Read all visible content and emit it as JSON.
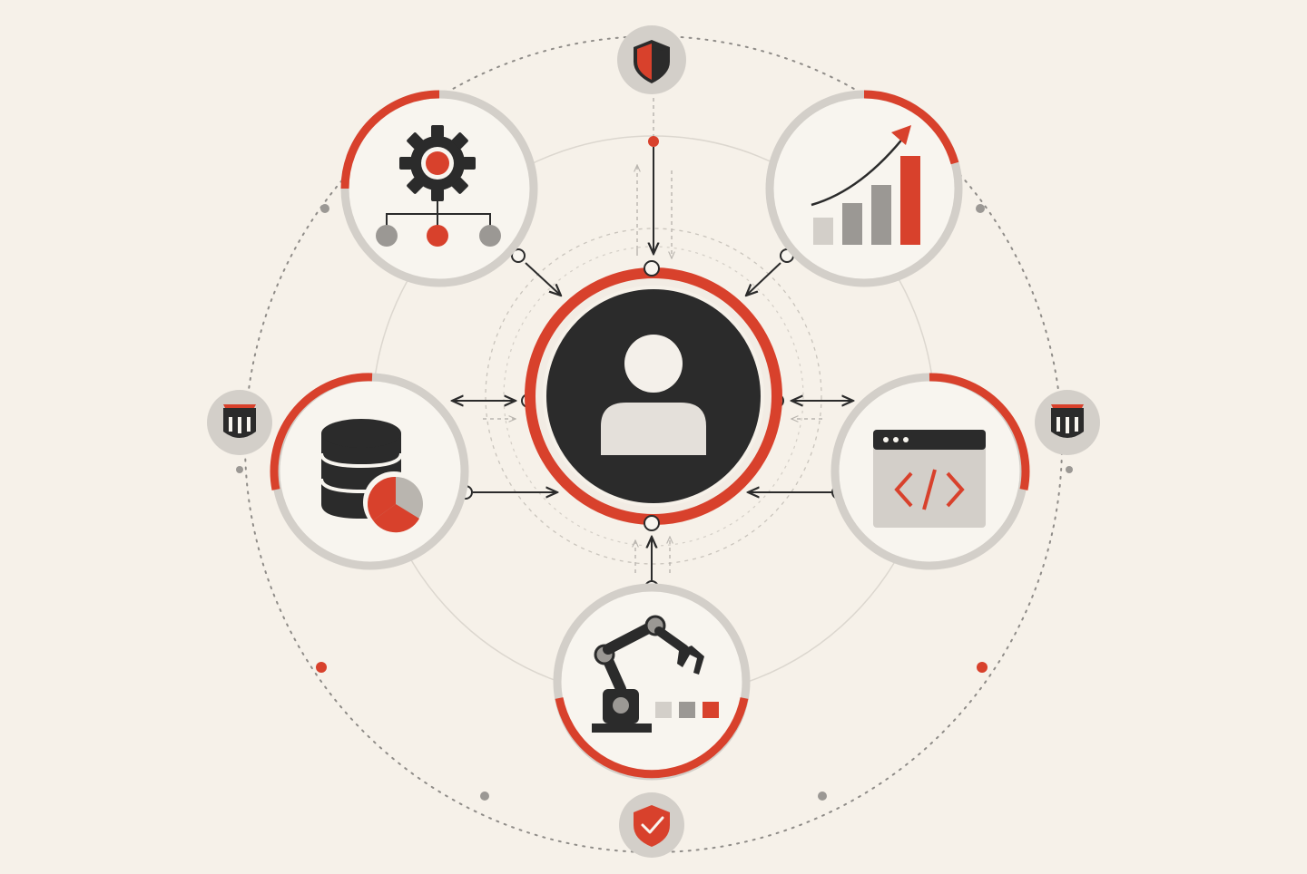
{
  "colors": {
    "background": "#f6f1e9",
    "accent_red": "#d8412c",
    "dark": "#2b2b2b",
    "grey": "#c9c6c1",
    "mid_grey": "#9b9894",
    "light_fill": "#f8f5ef"
  },
  "hub": {
    "icon": "user-profile-icon"
  },
  "nodes": [
    {
      "id": "automation",
      "icon": "gear-hierarchy-icon"
    },
    {
      "id": "analytics",
      "icon": "growth-chart-icon"
    },
    {
      "id": "data",
      "icon": "database-pie-icon"
    },
    {
      "id": "development",
      "icon": "code-window-icon"
    },
    {
      "id": "robotics",
      "icon": "robot-arm-icon"
    }
  ],
  "badges": [
    {
      "id": "top",
      "icon": "shield-icon"
    },
    {
      "id": "left",
      "icon": "bank-icon"
    },
    {
      "id": "right",
      "icon": "bank-icon"
    },
    {
      "id": "bottom",
      "icon": "shield-check-icon"
    }
  ]
}
